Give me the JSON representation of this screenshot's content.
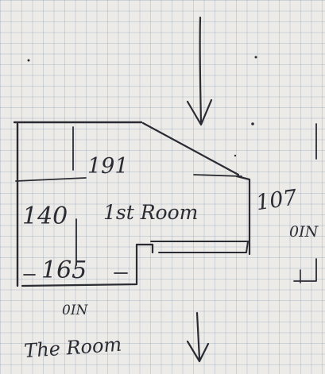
{
  "sketch": {
    "dim_top": "191",
    "dim_left": "140",
    "room_label": "1st Room",
    "dim_right": "107",
    "dim_right_unit": "0IN",
    "dim_bottom": "165",
    "dim_bottom_unit": "0IN",
    "next_label": "The Room"
  }
}
